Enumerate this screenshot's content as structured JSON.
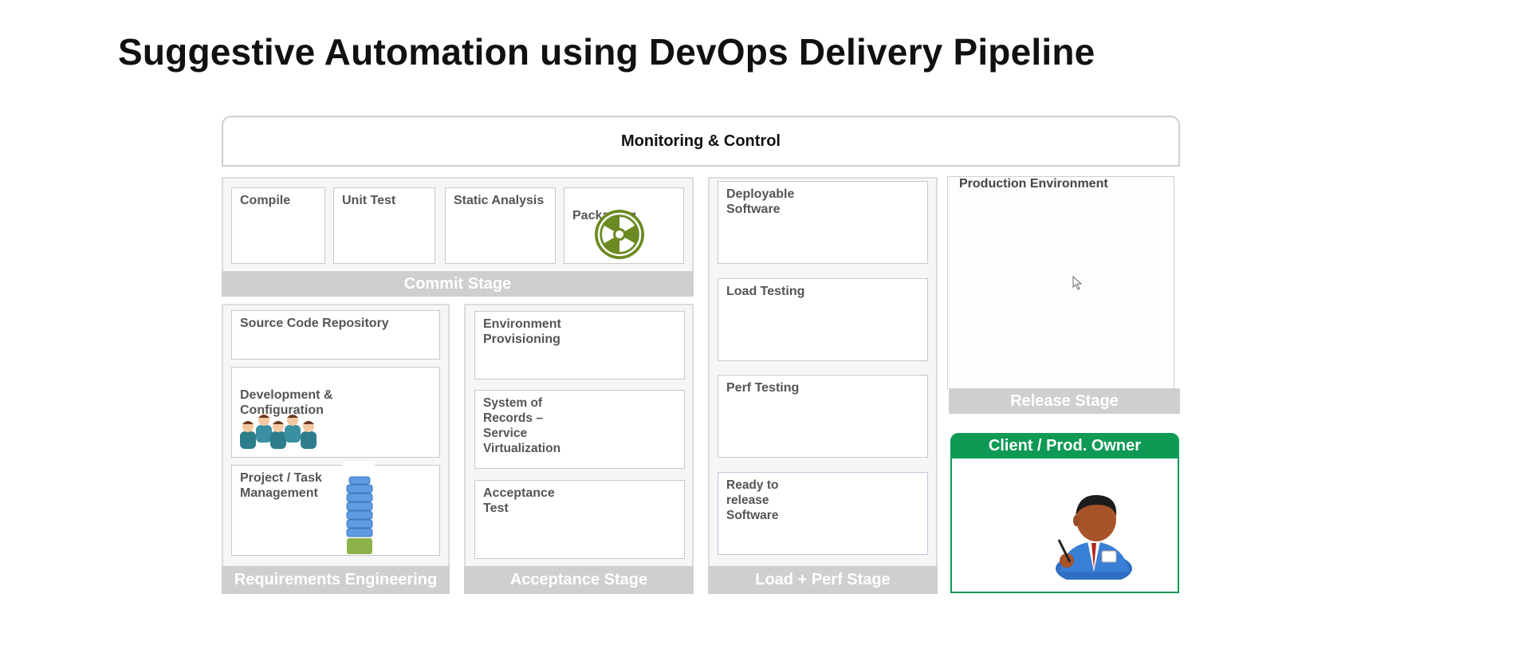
{
  "title": "Suggestive Automation using DevOps Delivery Pipeline",
  "monitoring": "Monitoring & Control",
  "commit": {
    "band": "Commit Stage",
    "items": [
      "Compile",
      "Unit Test",
      "Static Analysis",
      "Packaging"
    ],
    "packaging_icon": "radiation-symbol-icon"
  },
  "requirements": {
    "band": "Requirements Engineering",
    "items": [
      "Source Code Repository",
      "Development &\nConfiguration",
      "Project / Task\nManagement"
    ],
    "team_icon": "developer-team-icon",
    "stack_icon": "task-stack-icon"
  },
  "acceptance": {
    "band": "Acceptance Stage",
    "items": [
      "Environment\nProvisioning",
      "System of\nRecords –\nService\nVirtualization",
      "Acceptance\nTest"
    ]
  },
  "load_perf": {
    "band": "Load + Perf Stage",
    "items": [
      "Deployable\nSoftware",
      "Load Testing",
      "Perf Testing",
      "Ready to\nrelease\nSoftware"
    ]
  },
  "release": {
    "band": "Release Stage",
    "production": "Production Environment",
    "cursor_icon": "mouse-cursor-icon"
  },
  "client": {
    "header": "Client / Prod. Owner",
    "icon": "business-person-icon"
  },
  "colors": {
    "band_gray": "#cfcfcf",
    "client_green": "#0e9a55",
    "radiation_green": "#6b8a22"
  }
}
